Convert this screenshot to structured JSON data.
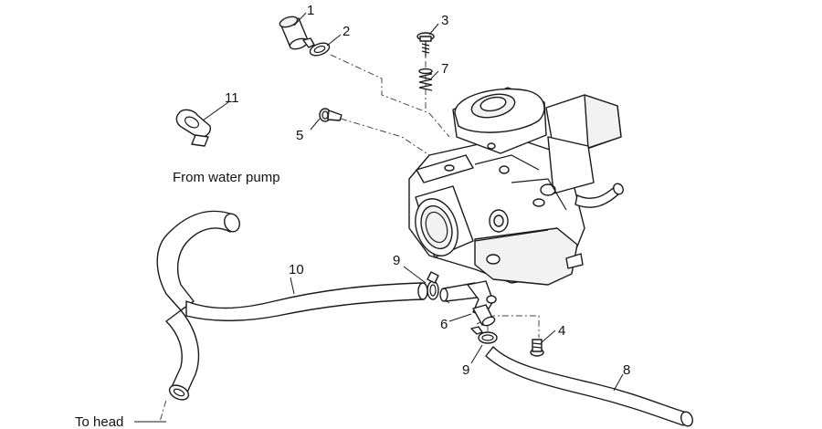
{
  "labels": {
    "part_1": "1",
    "part_2": "2",
    "part_3": "3",
    "part_4": "4",
    "part_5": "5",
    "part_6": "6",
    "part_7": "7",
    "part_8": "8",
    "part_9a": "9",
    "part_9b": "9",
    "part_10": "10",
    "part_11": "11"
  },
  "annotations": {
    "from_water_pump": "From water pump",
    "to_head": "To head"
  }
}
